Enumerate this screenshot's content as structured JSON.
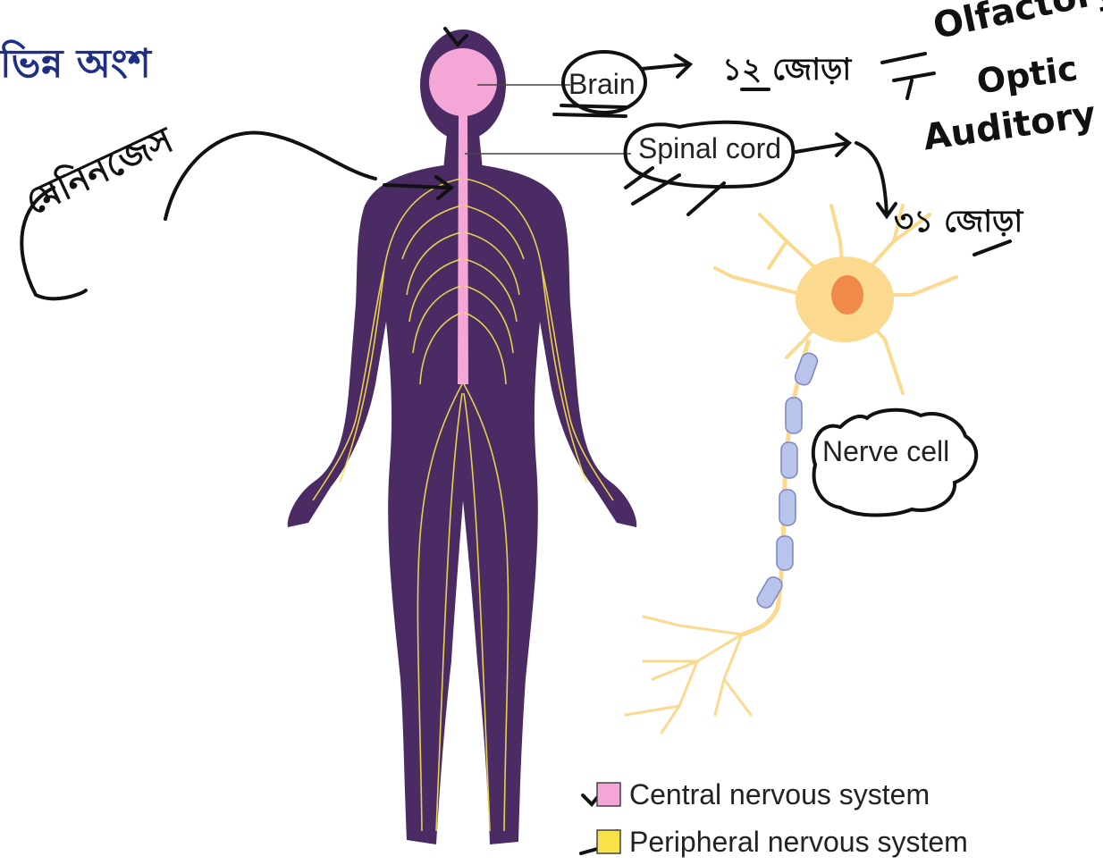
{
  "title": "ভিন্ন অংশ",
  "labels": {
    "brain": "Brain",
    "spinal_cord": "Spinal cord",
    "nerve_cell": "Nerve cell"
  },
  "legend": [
    {
      "label": "Central nervous system",
      "color": "#f4a6d7"
    },
    {
      "label": "Peripheral nervous system",
      "color": "#f7e24a"
    }
  ],
  "annotations": {
    "meninges": "মেনিনজেস",
    "brain_pairs": "১২ জোড়া",
    "cranial_nerves": [
      "Olfactory",
      "Optic",
      "Auditory"
    ],
    "spinal_pairs": "৩১ জোড়া"
  },
  "colors": {
    "body": "#4b2b63",
    "cns": "#f4a6d7",
    "pns": "#f7e24a",
    "neuron": "#fbd98f",
    "nucleus": "#f08a4b",
    "myelin": "#b9c4ea",
    "title": "#1f2f86"
  }
}
